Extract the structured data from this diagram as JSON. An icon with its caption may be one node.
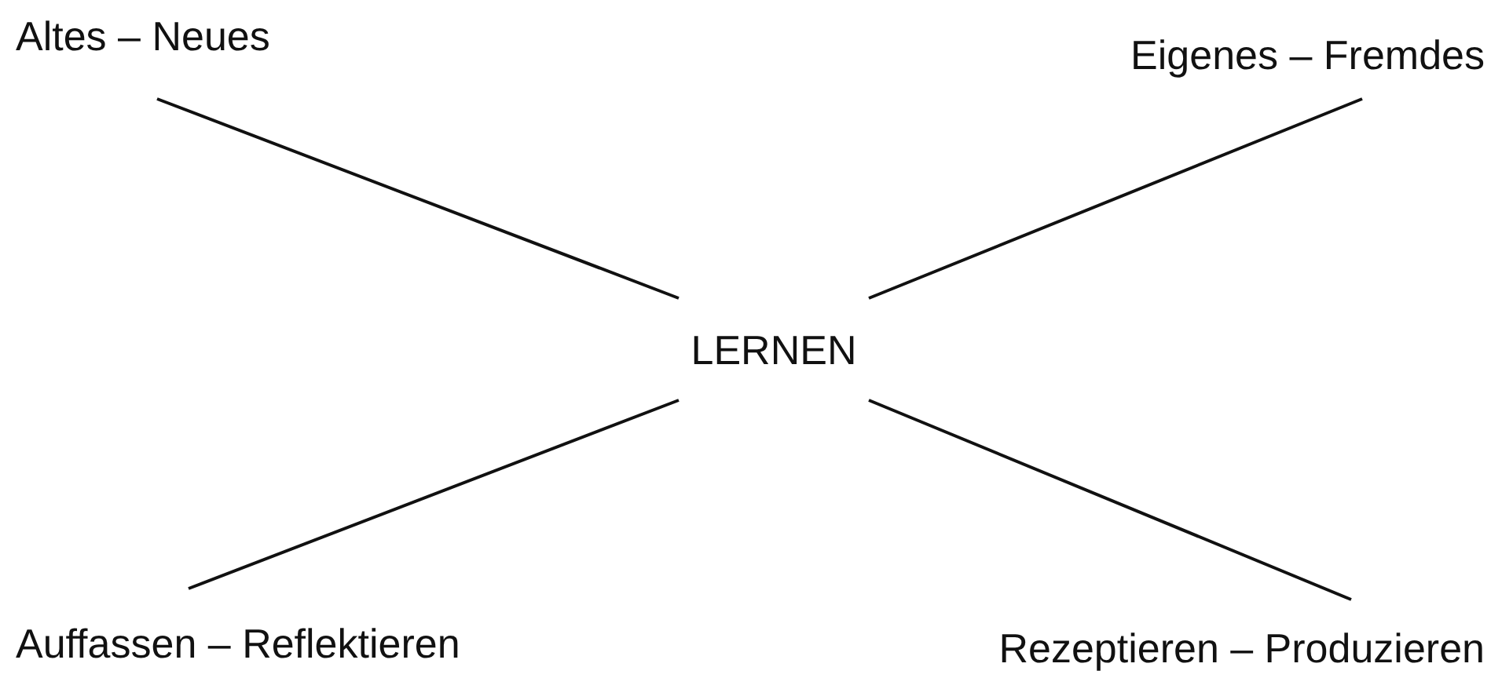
{
  "diagram": {
    "nodes": [
      {
        "text": [
          "Altes – Neues"
        ]
      },
      {
        "text": [
          "Eigenes – Fremdes"
        ]
      },
      {
        "text": [
          "LERNEN"
        ]
      },
      {
        "text": [
          "Auffassen – Reflektieren"
        ]
      },
      {
        "text": [
          "Rezeptieren – Produzieren"
        ]
      }
    ],
    "edges": [
      {
        "from": 0,
        "to": 2,
        "arrow": "none"
      },
      {
        "from": 1,
        "to": 2,
        "arrow": "none"
      },
      {
        "from": 3,
        "to": 2,
        "arrow": "none"
      },
      {
        "from": 4,
        "to": 2,
        "arrow": "none"
      }
    ]
  }
}
